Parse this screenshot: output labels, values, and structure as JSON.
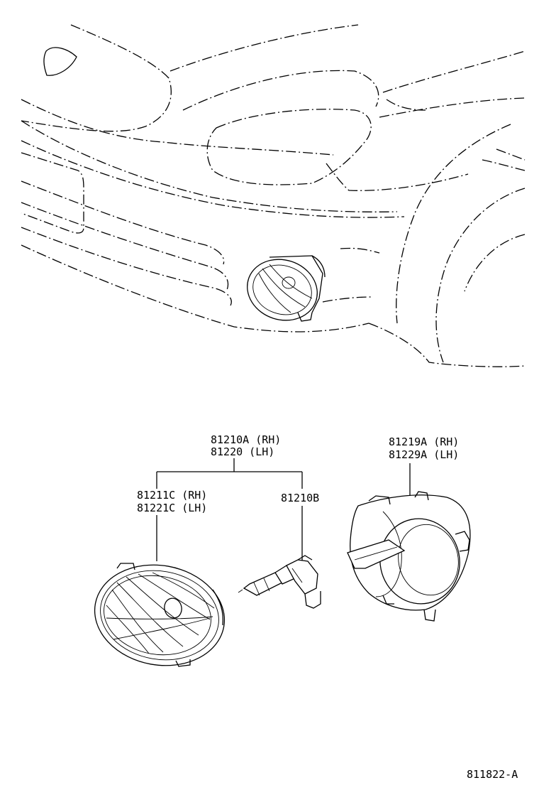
{
  "labels": {
    "lamp_assy_rh": "81210A (RH)",
    "lamp_assy_lh": "81220 (LH)",
    "lens_rh": "81211C (RH)",
    "lens_lh": "81221C (LH)",
    "bulb": "81210B",
    "cover_rh": "81219A (RH)",
    "cover_lh": "81229A (LH)",
    "figure_code": "811822-A"
  }
}
